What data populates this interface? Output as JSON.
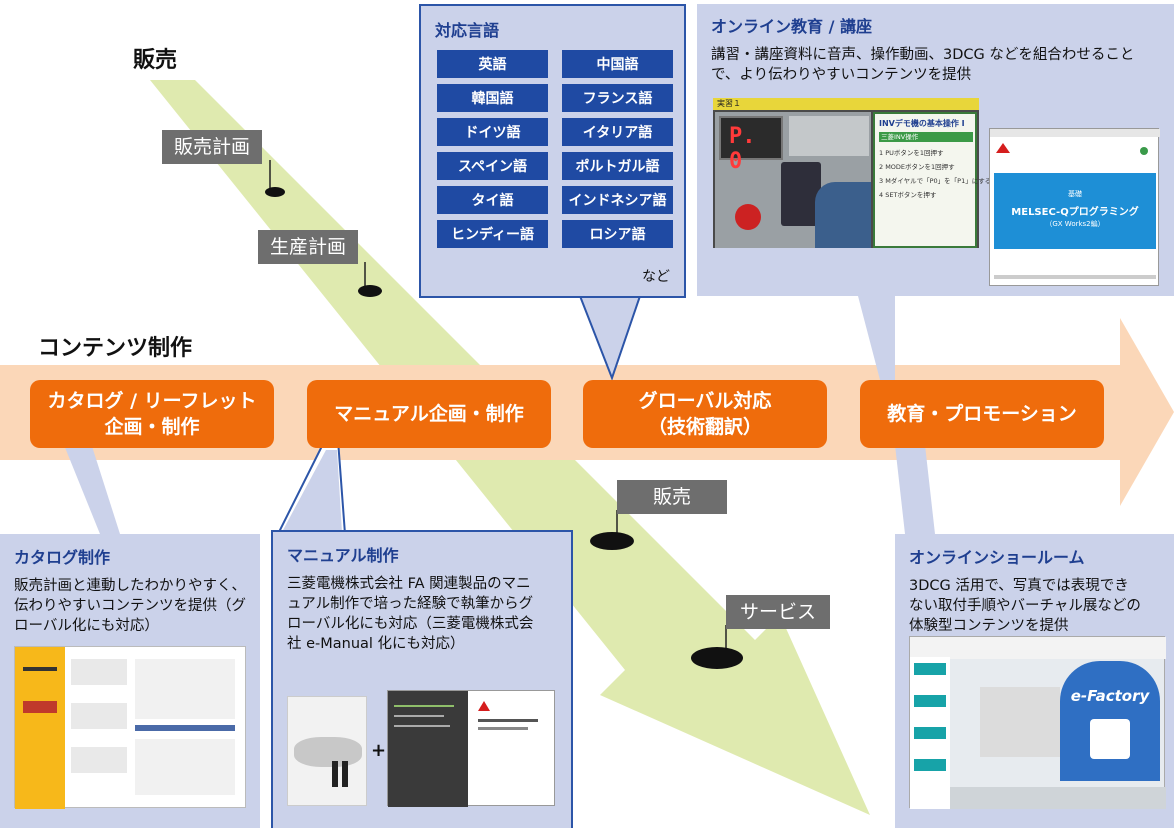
{
  "headings": {
    "sales": "販売",
    "content": "コンテンツ制作"
  },
  "flags": {
    "sales_plan": "販売計画",
    "production_plan": "生産計画",
    "sales": "販売",
    "service": "サービス"
  },
  "stages": [
    {
      "line1": "カタログ / リーフレット",
      "line2": "企画・制作"
    },
    {
      "line1": "マニュアル企画・制作",
      "line2": ""
    },
    {
      "line1": "グローバル対応",
      "line2": "（技術翻訳）"
    },
    {
      "line1": "教育・プロモーション",
      "line2": ""
    }
  ],
  "languages": {
    "title": "対応言語",
    "items": [
      "英語",
      "中国語",
      "韓国語",
      "フランス語",
      "ドイツ語",
      "イタリア語",
      "スペイン語",
      "ポルトガル語",
      "タイ語",
      "インドネシア語",
      "ヒンディー語",
      "ロシア語"
    ],
    "etc": "など"
  },
  "online_education": {
    "title": "オンライン教育 / 講座",
    "text": "講習・講座資料に音声、操作動画、3DCG などを組合わせることで、より伝わりやすいコンテンツを提供",
    "screen1_tab": "実習１",
    "screen1_title": "INVデモ機の基本操作 I",
    "screen1_subtitle": "三菱INV操作",
    "screen1_steps": [
      "1 PUボタンを1回押す",
      "2 MODEボタンを1回押す",
      "3 Mダイヤルで「P0」を「P1」にする",
      "4 SETボタンを押す"
    ],
    "screen2_header": "基礎",
    "screen2_title": "MELSEC-Qプログラミング",
    "screen2_subtitle": "（GX Works2編）",
    "display_value": "P.  0"
  },
  "catalog": {
    "title": "カタログ制作",
    "text": "販売計画と連動したわかりやすく、伝わりやすいコンテンツを提供（グローバル化にも対応）"
  },
  "manual": {
    "title": "マニュアル制作",
    "text": "三菱電機株式会社 FA 関連製品のマニュアル制作で培った経験で執筆からグローバル化にも対応（三菱電機株式会社 e-Manual 化にも対応）",
    "plus": "+"
  },
  "showroom": {
    "title": "オンラインショールーム",
    "text": "3DCG 活用で、写真では表現できない取付手順やバーチャル展などの体験型コンテンツを提供",
    "brand": "e-Factory"
  },
  "colors": {
    "orange": "#ef6c0c",
    "arrow_band": "#fbd7b8",
    "panel_bg": "#cbd2ea",
    "panel_title": "#1f3f90",
    "lang_btn": "#1f4aa3",
    "green_band": "#dfeaaf",
    "flag_gray": "#6e6e6e"
  }
}
